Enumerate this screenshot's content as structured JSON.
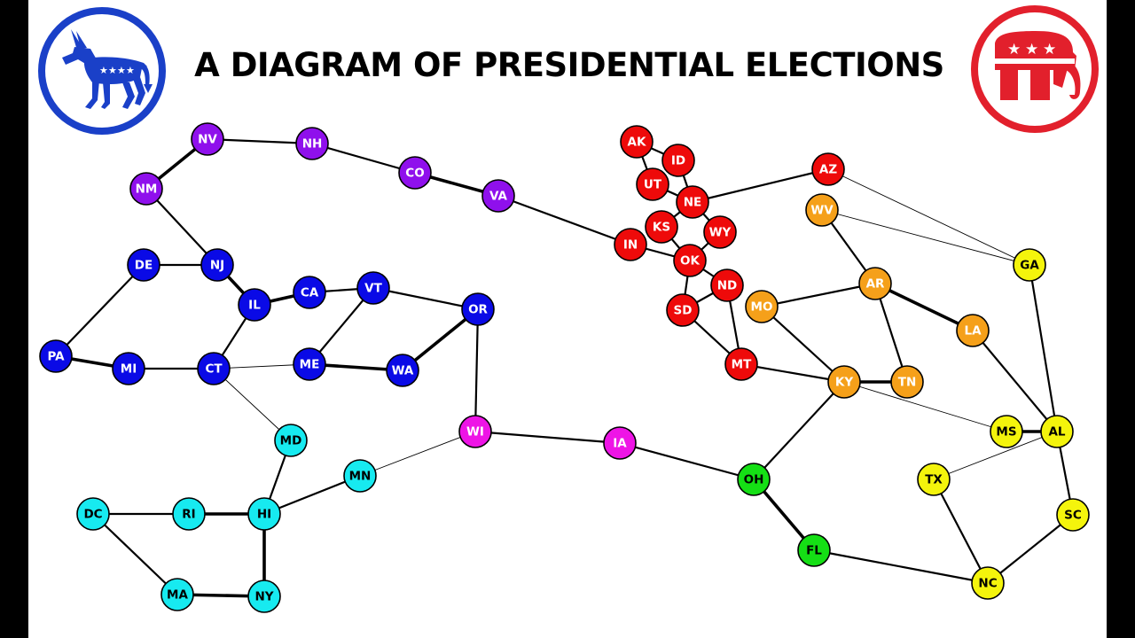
{
  "title": "A DIAGRAM OF PRESIDENTIAL ELECTIONS",
  "logos": [
    {
      "name": "democratic-donkey-logo",
      "icon": "donkey",
      "color": "#1a40c8"
    },
    {
      "name": "republican-elephant-logo",
      "icon": "elephant",
      "color": "#e2202c"
    }
  ],
  "groups": {
    "purple": {
      "color": "#8f10ec",
      "text": "#ffffff"
    },
    "blue": {
      "color": "#0a0ae6",
      "text": "#ffffff"
    },
    "cyan": {
      "color": "#17eaf0",
      "text": "#000000"
    },
    "magenta": {
      "color": "#ee14e6",
      "text": "#ffffff"
    },
    "red": {
      "color": "#ee0a0a",
      "text": "#ffffff"
    },
    "orange": {
      "color": "#f5a01a",
      "text": "#ffffff"
    },
    "yellow": {
      "color": "#f4f40c",
      "text": "#000000"
    },
    "green": {
      "color": "#15df15",
      "text": "#000000"
    }
  },
  "nodes": [
    {
      "id": "NV",
      "group": "purple"
    },
    {
      "id": "NH",
      "group": "purple"
    },
    {
      "id": "CO",
      "group": "purple"
    },
    {
      "id": "VA",
      "group": "purple"
    },
    {
      "id": "NM",
      "group": "purple"
    },
    {
      "id": "DE",
      "group": "blue"
    },
    {
      "id": "NJ",
      "group": "blue"
    },
    {
      "id": "IL",
      "group": "blue"
    },
    {
      "id": "CA",
      "group": "blue"
    },
    {
      "id": "VT",
      "group": "blue"
    },
    {
      "id": "OR",
      "group": "blue"
    },
    {
      "id": "PA",
      "group": "blue"
    },
    {
      "id": "MI",
      "group": "blue"
    },
    {
      "id": "CT",
      "group": "blue"
    },
    {
      "id": "ME",
      "group": "blue"
    },
    {
      "id": "WA",
      "group": "blue"
    },
    {
      "id": "MD",
      "group": "cyan"
    },
    {
      "id": "MN",
      "group": "cyan"
    },
    {
      "id": "DC",
      "group": "cyan"
    },
    {
      "id": "RI",
      "group": "cyan"
    },
    {
      "id": "HI",
      "group": "cyan"
    },
    {
      "id": "MA",
      "group": "cyan"
    },
    {
      "id": "NY",
      "group": "cyan"
    },
    {
      "id": "WI",
      "group": "magenta"
    },
    {
      "id": "IA",
      "group": "magenta"
    },
    {
      "id": "AK",
      "group": "red"
    },
    {
      "id": "ID",
      "group": "red"
    },
    {
      "id": "UT",
      "group": "red"
    },
    {
      "id": "NE",
      "group": "red"
    },
    {
      "id": "KS",
      "group": "red"
    },
    {
      "id": "WY",
      "group": "red"
    },
    {
      "id": "IN",
      "group": "red"
    },
    {
      "id": "OK",
      "group": "red"
    },
    {
      "id": "ND",
      "group": "red"
    },
    {
      "id": "SD",
      "group": "red"
    },
    {
      "id": "MT",
      "group": "red"
    },
    {
      "id": "AZ",
      "group": "red"
    },
    {
      "id": "WV",
      "group": "orange"
    },
    {
      "id": "AR",
      "group": "orange"
    },
    {
      "id": "MO",
      "group": "orange"
    },
    {
      "id": "LA",
      "group": "orange"
    },
    {
      "id": "KY",
      "group": "orange"
    },
    {
      "id": "TN",
      "group": "orange"
    },
    {
      "id": "GA",
      "group": "yellow"
    },
    {
      "id": "MS",
      "group": "yellow"
    },
    {
      "id": "AL",
      "group": "yellow"
    },
    {
      "id": "TX",
      "group": "yellow"
    },
    {
      "id": "SC",
      "group": "yellow"
    },
    {
      "id": "NC",
      "group": "yellow"
    },
    {
      "id": "OH",
      "group": "green"
    },
    {
      "id": "FL",
      "group": "green"
    }
  ],
  "edges": [
    {
      "from": "NV",
      "to": "NH",
      "weight": "medium"
    },
    {
      "from": "NH",
      "to": "CO",
      "weight": "medium"
    },
    {
      "from": "CO",
      "to": "VA",
      "weight": "heavy"
    },
    {
      "from": "NV",
      "to": "NM",
      "weight": "heavy"
    },
    {
      "from": "NM",
      "to": "NJ",
      "weight": "medium"
    },
    {
      "from": "VA",
      "to": "IN",
      "weight": "medium"
    },
    {
      "from": "DE",
      "to": "NJ",
      "weight": "medium"
    },
    {
      "from": "DE",
      "to": "PA",
      "weight": "medium"
    },
    {
      "from": "NJ",
      "to": "IL",
      "weight": "heavy"
    },
    {
      "from": "IL",
      "to": "CA",
      "weight": "heavy"
    },
    {
      "from": "CA",
      "to": "VT",
      "weight": "medium"
    },
    {
      "from": "IL",
      "to": "CT",
      "weight": "medium"
    },
    {
      "from": "VT",
      "to": "OR",
      "weight": "medium"
    },
    {
      "from": "VT",
      "to": "ME",
      "weight": "medium"
    },
    {
      "from": "PA",
      "to": "MI",
      "weight": "heavy"
    },
    {
      "from": "MI",
      "to": "CT",
      "weight": "medium"
    },
    {
      "from": "CT",
      "to": "ME",
      "weight": "light"
    },
    {
      "from": "ME",
      "to": "WA",
      "weight": "heavy"
    },
    {
      "from": "WA",
      "to": "OR",
      "weight": "heavy"
    },
    {
      "from": "OR",
      "to": "WI",
      "weight": "medium"
    },
    {
      "from": "CT",
      "to": "MD",
      "weight": "light"
    },
    {
      "from": "MD",
      "to": "HI",
      "weight": "medium"
    },
    {
      "from": "HI",
      "to": "MN",
      "weight": "medium"
    },
    {
      "from": "MN",
      "to": "WI",
      "weight": "light"
    },
    {
      "from": "WI",
      "to": "IA",
      "weight": "medium"
    },
    {
      "from": "IA",
      "to": "OH",
      "weight": "medium"
    },
    {
      "from": "DC",
      "to": "RI",
      "weight": "medium"
    },
    {
      "from": "RI",
      "to": "HI",
      "weight": "heavy"
    },
    {
      "from": "DC",
      "to": "MA",
      "weight": "medium"
    },
    {
      "from": "MA",
      "to": "NY",
      "weight": "heavy"
    },
    {
      "from": "NY",
      "to": "HI",
      "weight": "heavy"
    },
    {
      "from": "AK",
      "to": "ID",
      "weight": "medium"
    },
    {
      "from": "AK",
      "to": "UT",
      "weight": "medium"
    },
    {
      "from": "ID",
      "to": "NE",
      "weight": "medium"
    },
    {
      "from": "UT",
      "to": "NE",
      "weight": "medium"
    },
    {
      "from": "NE",
      "to": "AZ",
      "weight": "medium"
    },
    {
      "from": "NE",
      "to": "KS",
      "weight": "medium"
    },
    {
      "from": "NE",
      "to": "WY",
      "weight": "medium"
    },
    {
      "from": "KS",
      "to": "OK",
      "weight": "medium"
    },
    {
      "from": "WY",
      "to": "OK",
      "weight": "medium"
    },
    {
      "from": "IN",
      "to": "OK",
      "weight": "medium"
    },
    {
      "from": "OK",
      "to": "SD",
      "weight": "medium"
    },
    {
      "from": "OK",
      "to": "ND",
      "weight": "medium"
    },
    {
      "from": "SD",
      "to": "ND",
      "weight": "medium"
    },
    {
      "from": "SD",
      "to": "MT",
      "weight": "medium"
    },
    {
      "from": "ND",
      "to": "MT",
      "weight": "medium"
    },
    {
      "from": "MT",
      "to": "KY",
      "weight": "medium"
    },
    {
      "from": "AZ",
      "to": "GA",
      "weight": "light"
    },
    {
      "from": "WV",
      "to": "GA",
      "weight": "light"
    },
    {
      "from": "WV",
      "to": "AR",
      "weight": "medium"
    },
    {
      "from": "MO",
      "to": "AR",
      "weight": "medium"
    },
    {
      "from": "MO",
      "to": "KY",
      "weight": "medium"
    },
    {
      "from": "AR",
      "to": "LA",
      "weight": "heavy"
    },
    {
      "from": "AR",
      "to": "TN",
      "weight": "medium"
    },
    {
      "from": "KY",
      "to": "TN",
      "weight": "heavy"
    },
    {
      "from": "LA",
      "to": "AL",
      "weight": "medium"
    },
    {
      "from": "KY",
      "to": "MS",
      "weight": "light"
    },
    {
      "from": "KY",
      "to": "OH",
      "weight": "medium"
    },
    {
      "from": "GA",
      "to": "AL",
      "weight": "medium"
    },
    {
      "from": "MS",
      "to": "AL",
      "weight": "heavy"
    },
    {
      "from": "AL",
      "to": "TX",
      "weight": "light"
    },
    {
      "from": "AL",
      "to": "SC",
      "weight": "medium"
    },
    {
      "from": "TX",
      "to": "NC",
      "weight": "medium"
    },
    {
      "from": "SC",
      "to": "NC",
      "weight": "medium"
    },
    {
      "from": "OH",
      "to": "FL",
      "weight": "heavy"
    },
    {
      "from": "FL",
      "to": "NC",
      "weight": "medium"
    }
  ]
}
